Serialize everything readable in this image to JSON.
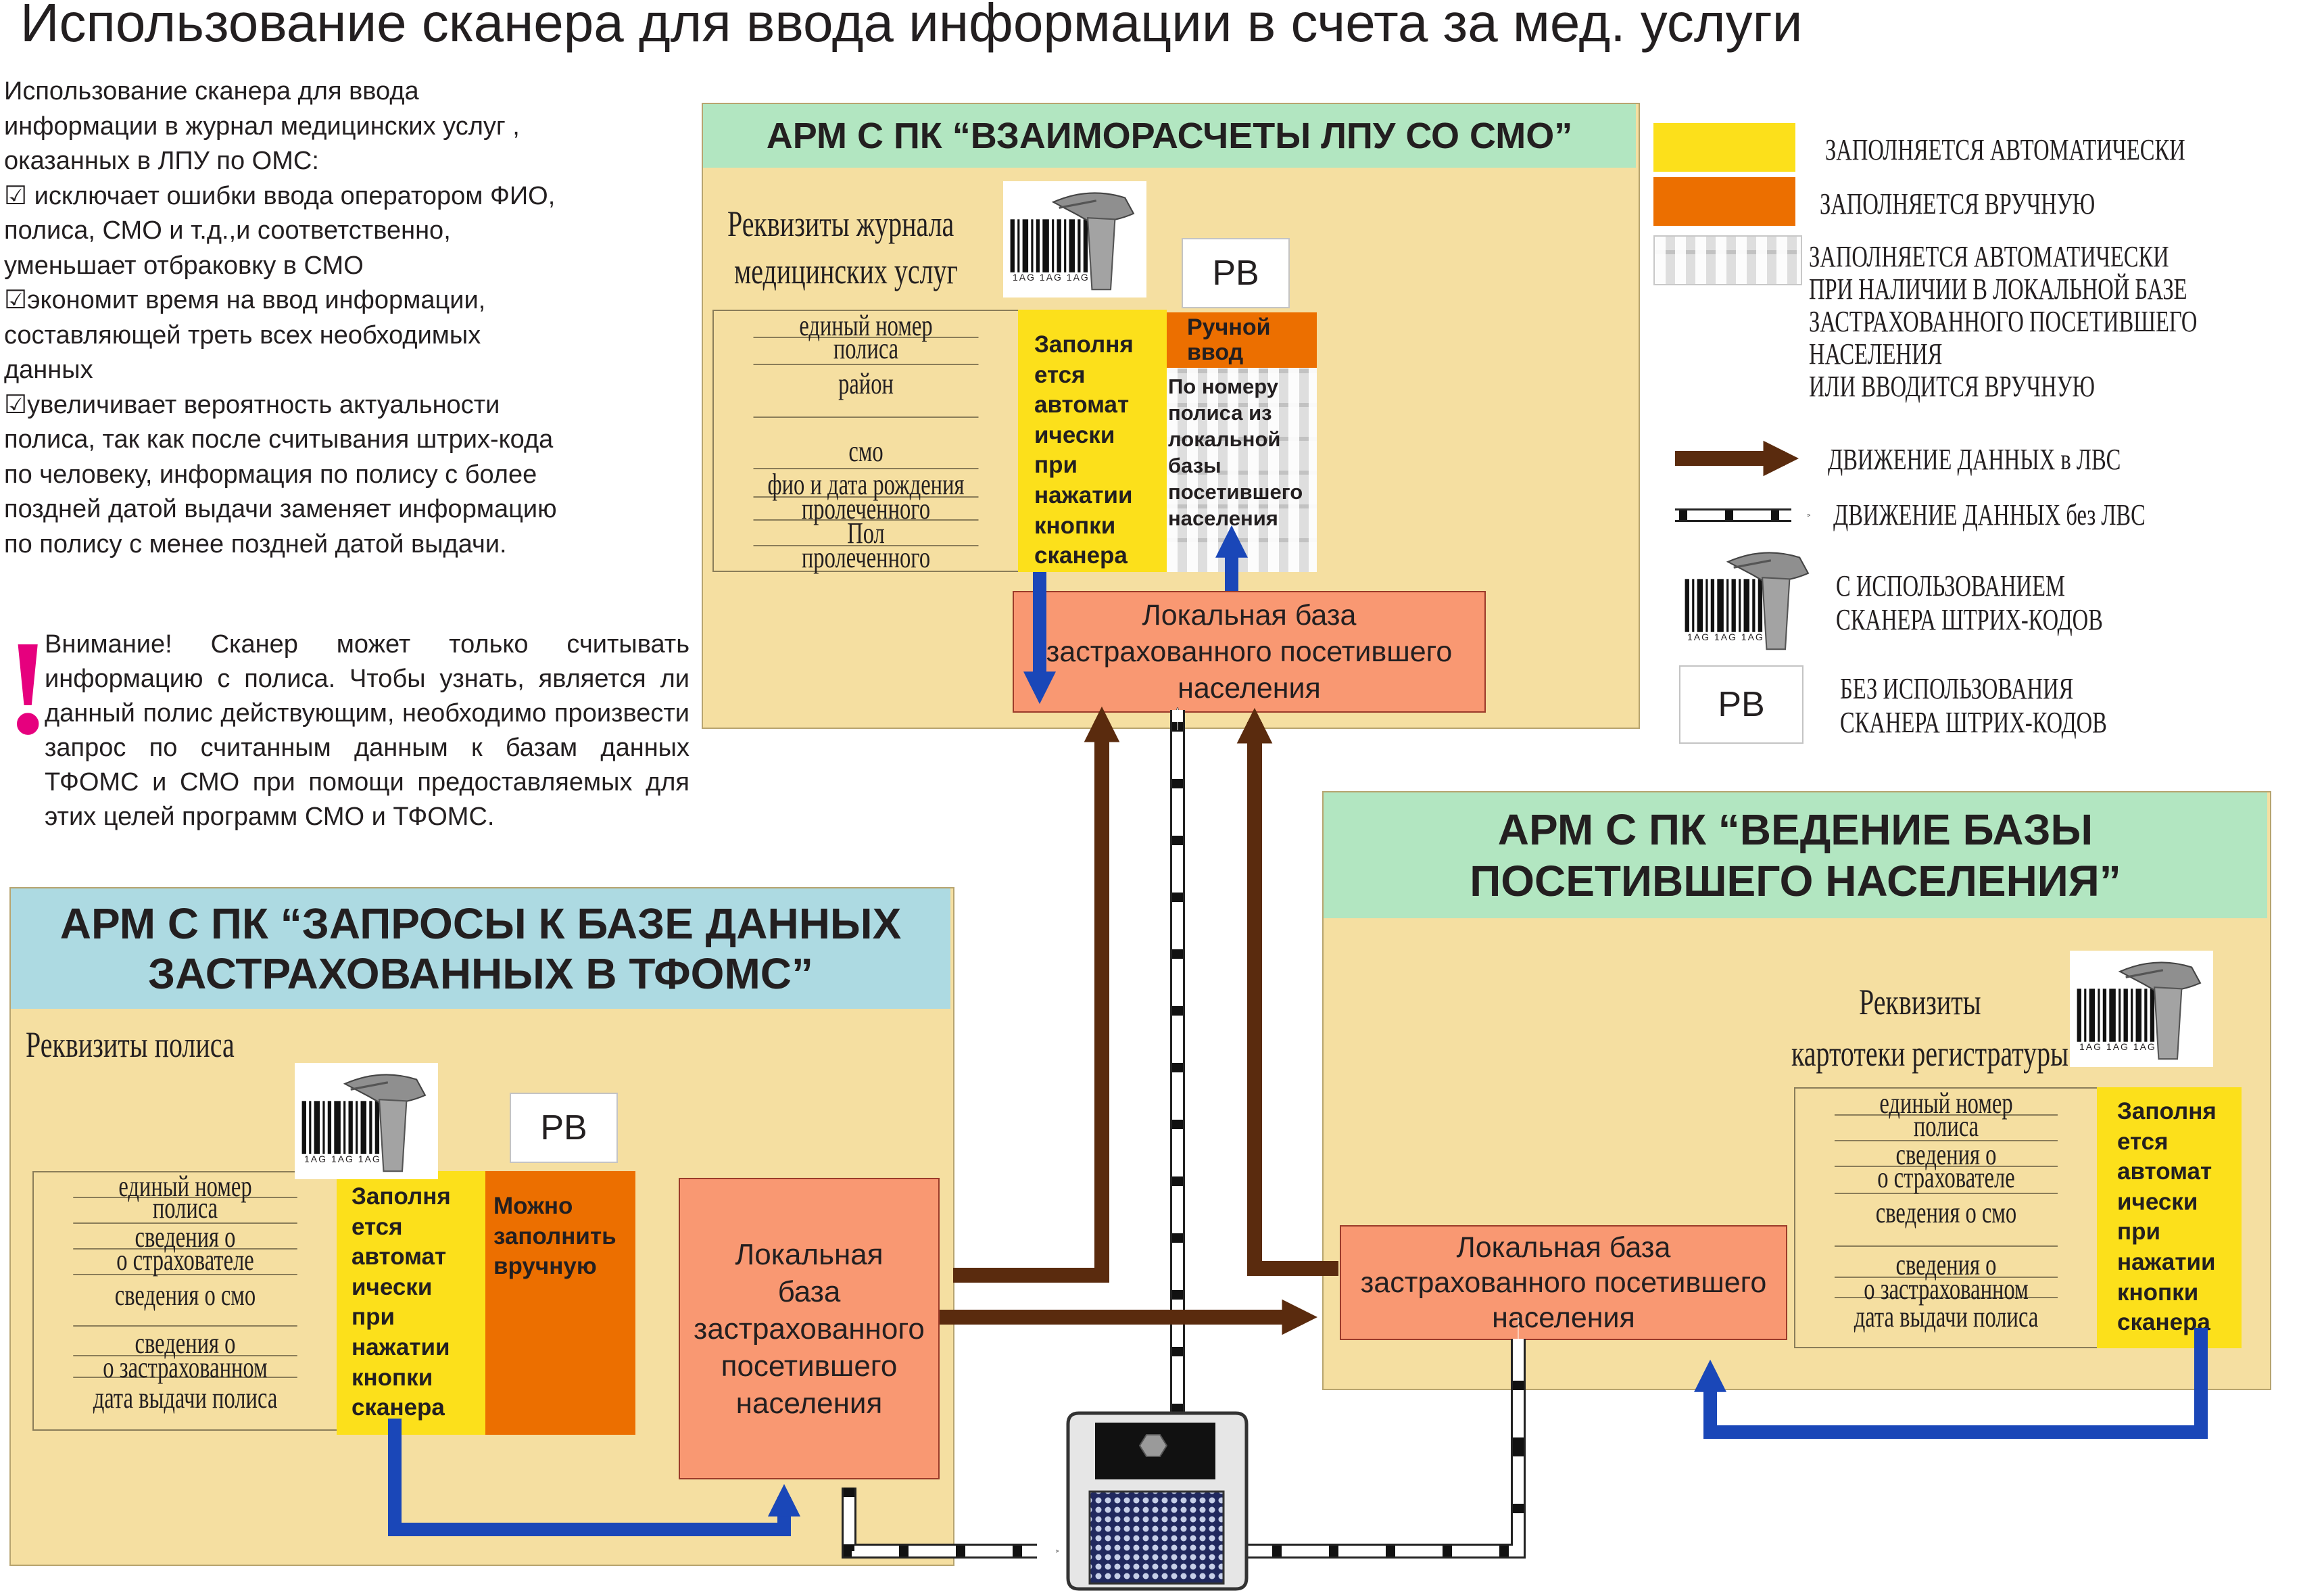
{
  "title": "Использование сканера для ввода информации в счета за мед. услуги",
  "intro": {
    "lines": [
      "Использование сканера для ввода",
      "информации в журнал медицинских услуг ,",
      "оказанных в ЛПУ по ОМС:",
      "☑ исключает ошибки ввода оператором ФИО,",
      "полиса,       СМО и т.д.,и соответственно,",
      "уменьшает отбраковку в СМО",
      "☑экономит время на ввод информации,",
      "составляющей треть всех необходимых",
      "данных",
      "☑увеличивает вероятность актуальности",
      "полиса, так как после считывания штрих-кода",
      "по человеку, информация по полису с более",
      "поздней датой выдачи заменяет информацию",
      "по полису с  менее поздней датой выдачи."
    ]
  },
  "warning": {
    "mark": "!",
    "text": "Внимание! Сканер может только считывать информацию с полиса. Чтобы узнать, является ли данный полис действующим, необходимо произвести запрос по считанным данным к базам данных ТФОМС и СМО при помощи предоставляемых для этих целей программ СМО и ТФОМС."
  },
  "arm_lpu": {
    "title": "АРМ  С ПК “ВЗАИМОРАСЧЕТЫ ЛПУ СО СМО”",
    "header_color": "#b2e6c1",
    "req_label": [
      "Реквизиты  журнала",
      "медицинских  услуг"
    ],
    "pb": "РВ",
    "fields": [
      [
        "единый номер",
        "полиса"
      ],
      [
        "район"
      ],
      [
        "смо"
      ],
      [
        "фио и дата рождения",
        "пролеченного"
      ],
      [
        "Пол",
        "пролеченного"
      ]
    ],
    "auto_text": [
      "Заполня",
      "ется",
      "автомат",
      "ически",
      "при",
      "нажатии",
      "кнопки",
      "сканера"
    ],
    "manual_head": [
      "Ручной",
      "ввод"
    ],
    "manual_text": [
      "По номеру",
      "полиса из",
      "локальной",
      "базы",
      "посетившего",
      "населения"
    ],
    "db": [
      "Локальная база",
      "застрахованного посетившего",
      "населения"
    ]
  },
  "arm_tfoms": {
    "title": [
      "АРМ  С ПК “ЗАПРОСЫ К БАЗЕ ДАННЫХ",
      "ЗАСТРАХОВАННЫХ  В ТФОМС”"
    ],
    "header_color": "#addae2",
    "req_label": "Реквизиты  полиса",
    "pb": "РВ",
    "fields": [
      [
        "единый номер",
        "полиса"
      ],
      [
        "сведения о",
        "о страхователе"
      ],
      [
        "сведения о смо"
      ],
      [
        "сведения о",
        "о застрахованном"
      ],
      [
        "дата выдачи полиса"
      ]
    ],
    "auto_text": [
      "Заполня",
      "ется",
      "автомат",
      "ически",
      "при",
      "нажатии",
      "кнопки",
      "сканера"
    ],
    "manual_text": [
      "Можно",
      "заполнить",
      "вручную"
    ],
    "db": [
      "Локальная",
      "база",
      "застрахованного",
      "посетившего",
      "населения"
    ]
  },
  "arm_base": {
    "title": [
      "АРМ С ПК “ВЕДЕНИЕ БАЗЫ",
      "ПОСЕТИВШЕГО НАСЕЛЕНИЯ”"
    ],
    "header_color": "#b2e6c1",
    "req_label": [
      "Реквизиты",
      "картотеки регистратуры"
    ],
    "fields": [
      [
        "единый номер",
        "полиса"
      ],
      [
        "сведения о",
        "о страхователе"
      ],
      [
        "сведения о смо"
      ],
      [
        "сведения о",
        "о застрахованном"
      ],
      [
        "дата выдачи полиса"
      ]
    ],
    "auto_text": [
      "Заполня",
      "ется",
      "автомат",
      "ически",
      "при",
      "нажатии",
      "кнопки",
      "сканера"
    ],
    "db": [
      "Локальная база",
      "застрахованного посетившего",
      "населения"
    ]
  },
  "legend": {
    "auto": "ЗАПОЛНЯЕТСЯ АВТОМАТИЧЕСКИ",
    "manual": "ЗАПОЛНЯЕТСЯ ВРУЧНУЮ",
    "mixed": [
      "ЗАПОЛНЯЕТСЯ АВТОМАТИЧЕСКИ",
      "ПРИ НАЛИЧИИ В ЛОКАЛЬНОЙ БАЗЕ",
      " ЗАСТРАХОВАННОГО ПОСЕТИВШЕГО",
      "НАСЕЛЕНИЯ",
      "ИЛИ ВВОДИТСЯ ВРУЧНУЮ"
    ],
    "lan": "ДВИЖЕНИЕ ДАННЫХ в ЛВС",
    "nolan": "ДВИЖЕНИЕ ДАННЫХ без ЛВС",
    "scanner": [
      "С ИСПОЛЬЗОВАНИЕМ",
      " СКАНЕРА ШТРИХ-КОДОВ"
    ],
    "pb": "РВ",
    "no_scanner": [
      "БЕЗ ИСПОЛЬЗОВАНИЯ",
      " СКАНЕРА ШТРИХ-КОДОВ"
    ],
    "colors": {
      "auto": "#fce01b",
      "manual": "#ec6f00",
      "lan_arrow": "#5a2b0e",
      "scan_arrow": "#1a47b8"
    }
  },
  "barcode_digits": "1AG  1AG  1AG"
}
